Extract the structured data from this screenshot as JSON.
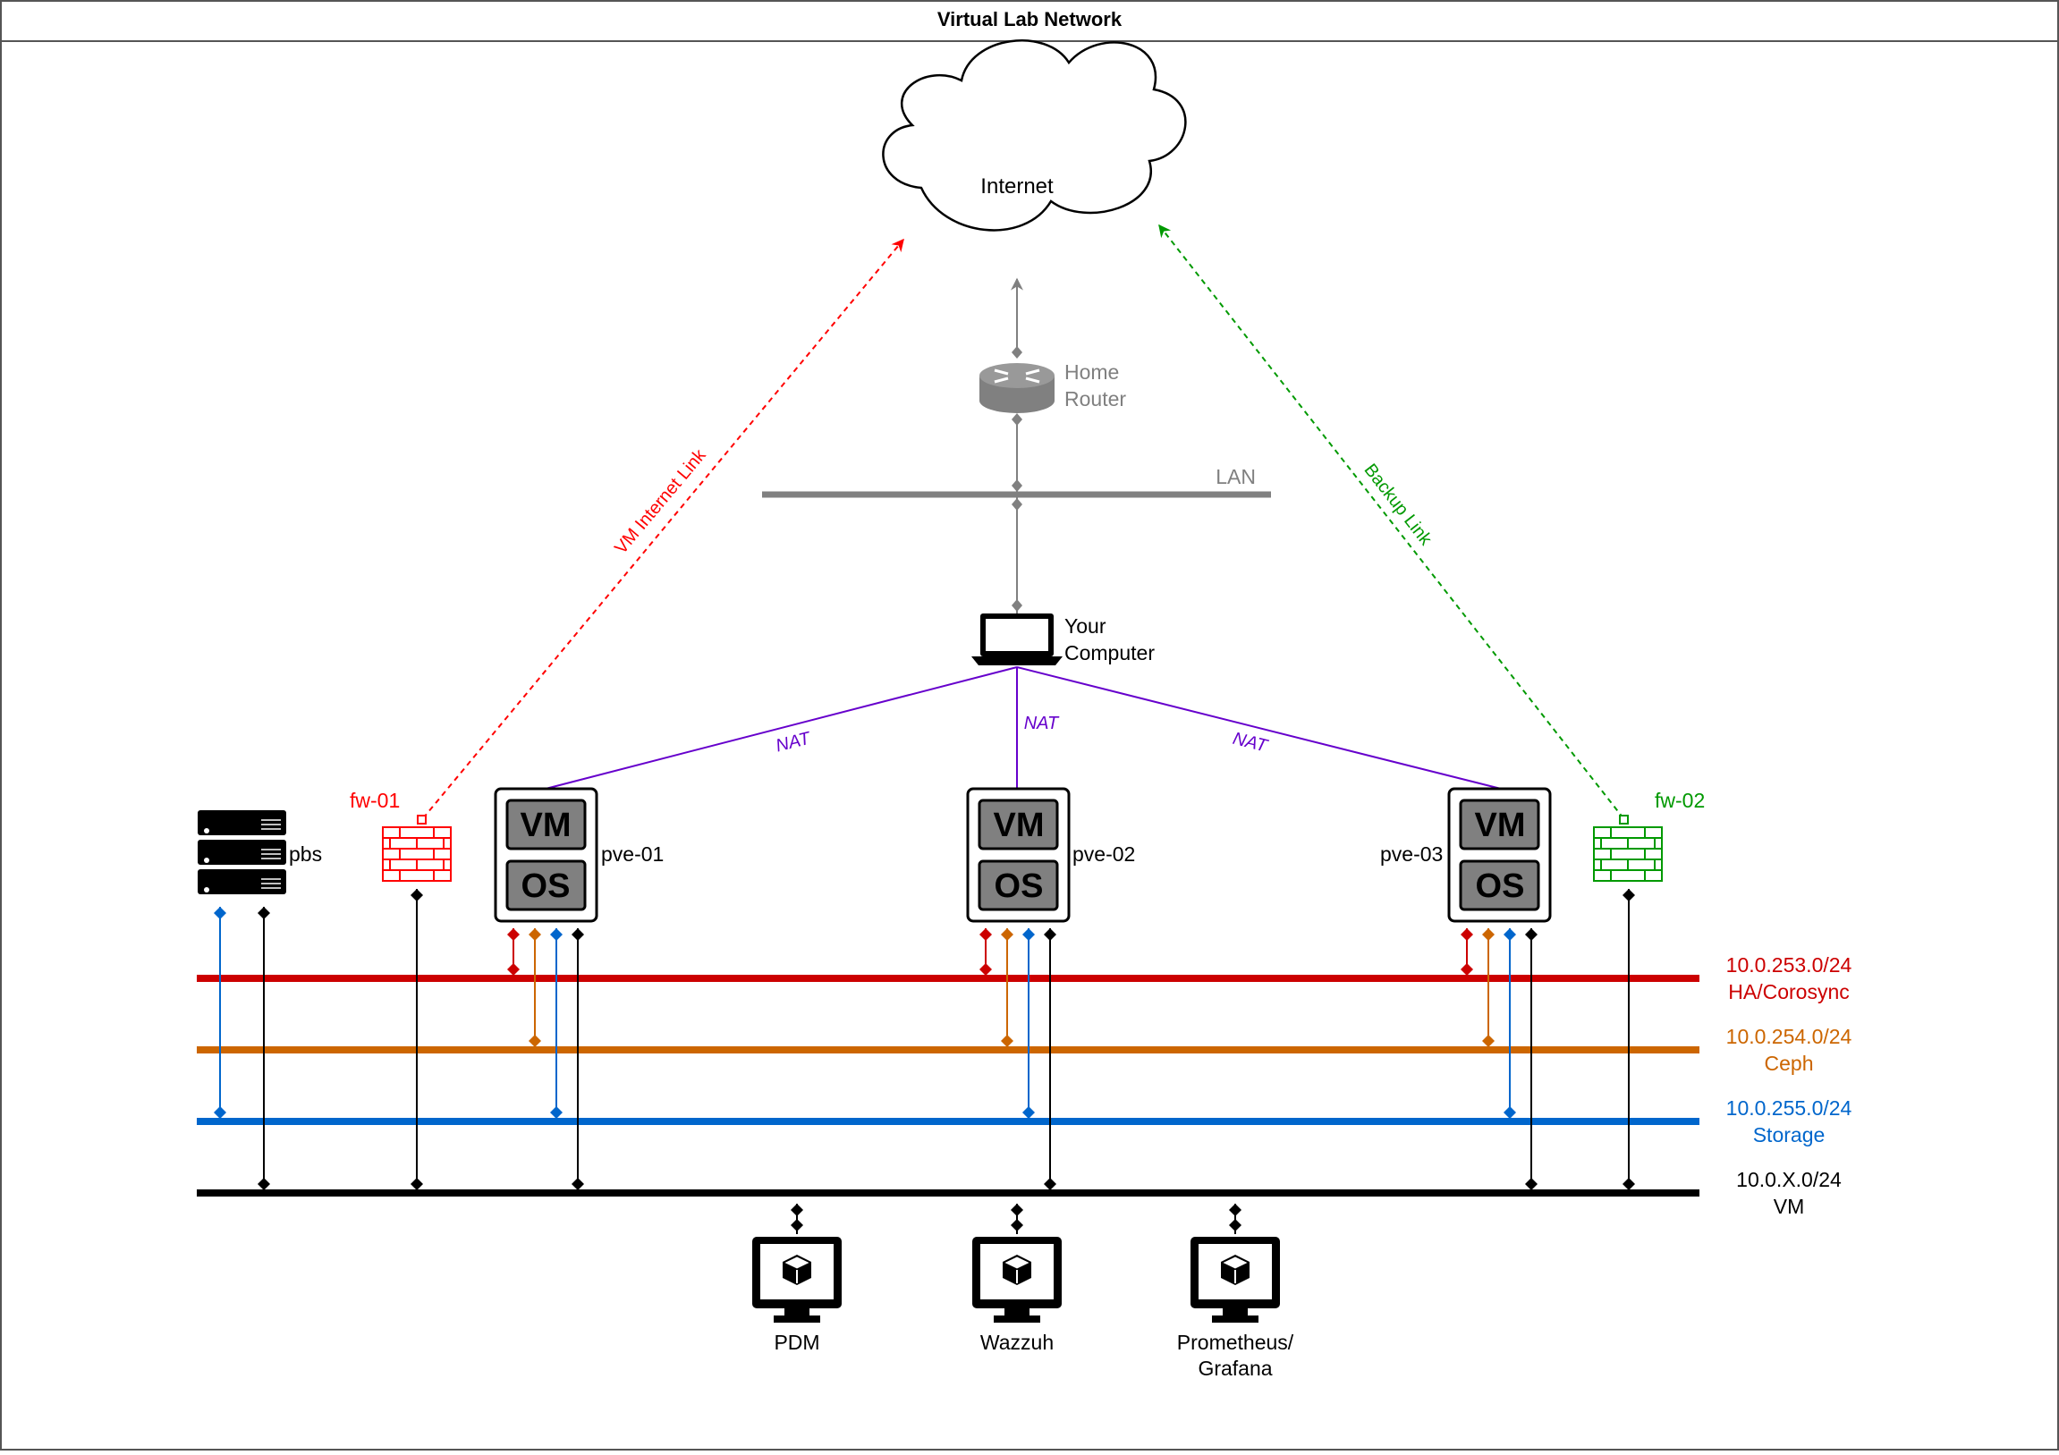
{
  "title": "Virtual Lab Network",
  "colors": {
    "ha": "#cc0000",
    "ceph": "#cc6600",
    "storage": "#0066cc",
    "vm": "#000000",
    "lan": "#808080",
    "nat": "#6600cc",
    "fw01": "#ff0000",
    "fw02": "#009900"
  },
  "top": {
    "internet": "Internet",
    "router_line1": "Home",
    "router_line2": "Router",
    "lan": "LAN",
    "computer_line1": "Your",
    "computer_line2": "Computer"
  },
  "links": {
    "vm_internet": "VM Internet Link",
    "backup": "Backup Link",
    "nat": "NAT"
  },
  "nodes": {
    "pbs": "pbs",
    "fw01": "fw-01",
    "fw02": "fw-02",
    "pve01": "pve-01",
    "pve02": "pve-02",
    "pve03": "pve-03",
    "vm_tag": "VM",
    "os_tag": "OS"
  },
  "networks": [
    {
      "cidr": "10.0.253.0/24",
      "name": "HA/Corosync"
    },
    {
      "cidr": "10.0.254.0/24",
      "name": "Ceph"
    },
    {
      "cidr": "10.0.255.0/24",
      "name": "Storage"
    },
    {
      "cidr": "10.0.X.0/24",
      "name": "VM"
    }
  ],
  "vms": {
    "pdm": "PDM",
    "wazzuh": "Wazzuh",
    "prometheus_line1": "Prometheus/",
    "prometheus_line2": "Grafana"
  }
}
